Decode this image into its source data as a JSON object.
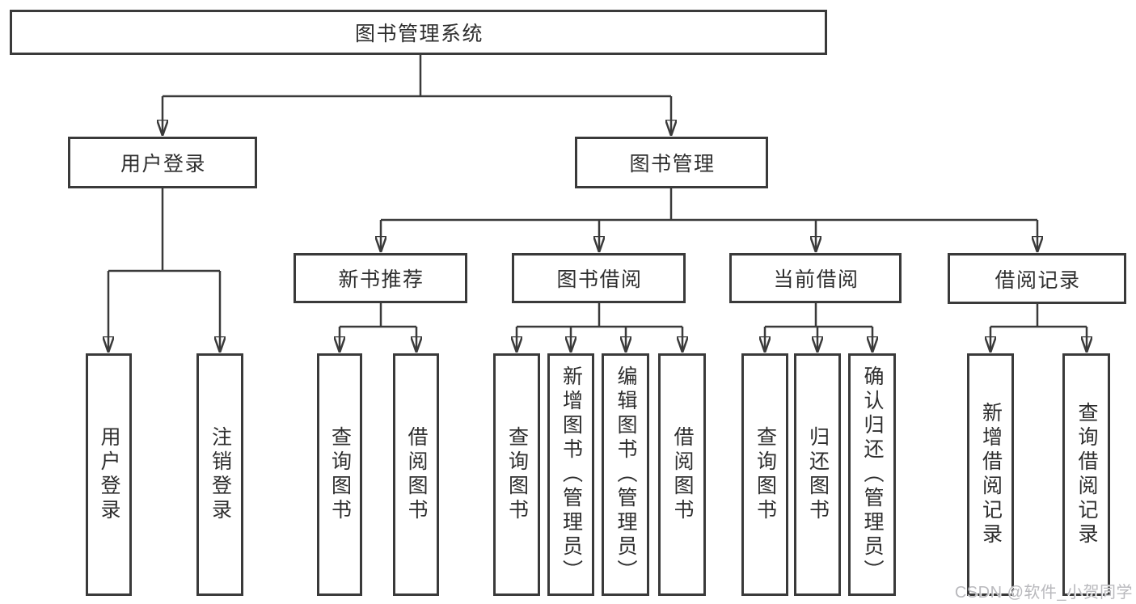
{
  "root": {
    "label": "图书管理系统"
  },
  "level2": [
    {
      "label": "用户登录"
    },
    {
      "label": "图书管理"
    }
  ],
  "level3": [
    {
      "label": "新书推荐"
    },
    {
      "label": "图书借阅"
    },
    {
      "label": "当前借阅"
    },
    {
      "label": "借阅记录"
    }
  ],
  "leaves": [
    {
      "label": "用户登录",
      "parent": "用户登录"
    },
    {
      "label": "注销登录",
      "parent": "用户登录"
    },
    {
      "label": "查询图书",
      "parent": "新书推荐"
    },
    {
      "label": "借阅图书",
      "parent": "新书推荐"
    },
    {
      "label": "查询图书",
      "parent": "图书借阅"
    },
    {
      "label": "新增图书（管理员）",
      "parent": "图书借阅"
    },
    {
      "label": "编辑图书（管理员）",
      "parent": "图书借阅"
    },
    {
      "label": "借阅图书",
      "parent": "图书借阅"
    },
    {
      "label": "查询图书",
      "parent": "当前借阅"
    },
    {
      "label": "归还图书",
      "parent": "当前借阅"
    },
    {
      "label": "确认归还（管理员）",
      "parent": "当前借阅"
    },
    {
      "label": "新增借阅记录",
      "parent": "借阅记录"
    },
    {
      "label": "查询借阅记录",
      "parent": "借阅记录"
    }
  ],
  "watermark": "CSDN @软件_小贺同学",
  "colors": {
    "line": "#3a3a3a",
    "text": "#2e2e2e",
    "watermark": "#b9b9bd",
    "background": "#ffffff"
  }
}
